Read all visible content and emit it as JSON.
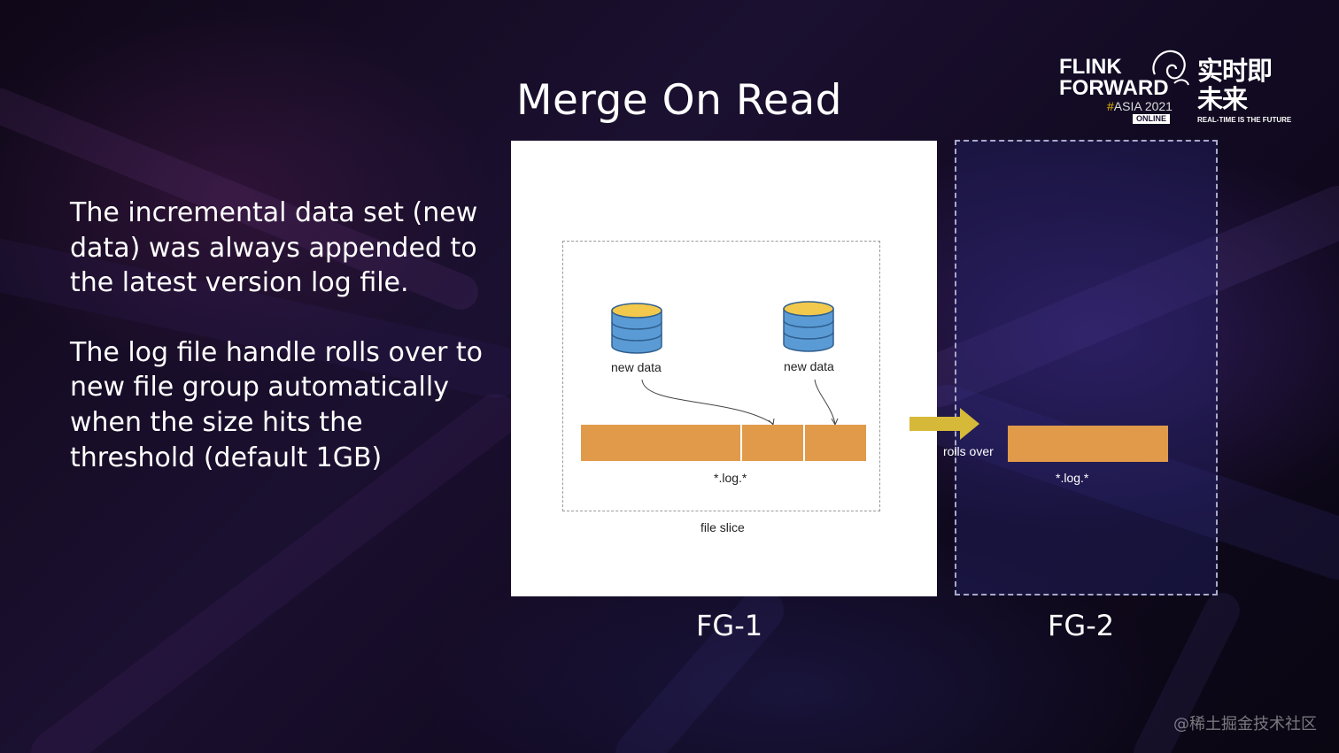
{
  "slide": {
    "title": "Merge On Read",
    "paragraphs": [
      "The incremental data set (new data) was always appended to the latest version log file.",
      "The log file handle rolls over to new file group automatically when the size hits the threshold (default 1GB)"
    ]
  },
  "logo": {
    "line1": "FLINK",
    "line2": "FORWARD",
    "hash": "#",
    "event": "ASIA 2021",
    "badge": "ONLINE",
    "cn_text": "实时即未来",
    "tagline": "REAL-TIME IS THE FUTURE"
  },
  "diagram": {
    "fg1": {
      "label": "FG-1",
      "new_data_left": "new data",
      "new_data_right": "new data",
      "log_label": "*.log.*",
      "slice_label": "file slice"
    },
    "arrow_label": "rolls over",
    "fg2": {
      "label": "FG-2",
      "log_label": "*.log.*"
    },
    "colors": {
      "log_bar": "#e09a4a",
      "arrow": "#d7b93a",
      "db_top": "#f2c94c",
      "db_body": "#5b9bd5"
    }
  },
  "watermark": "@稀土掘金技术社区"
}
